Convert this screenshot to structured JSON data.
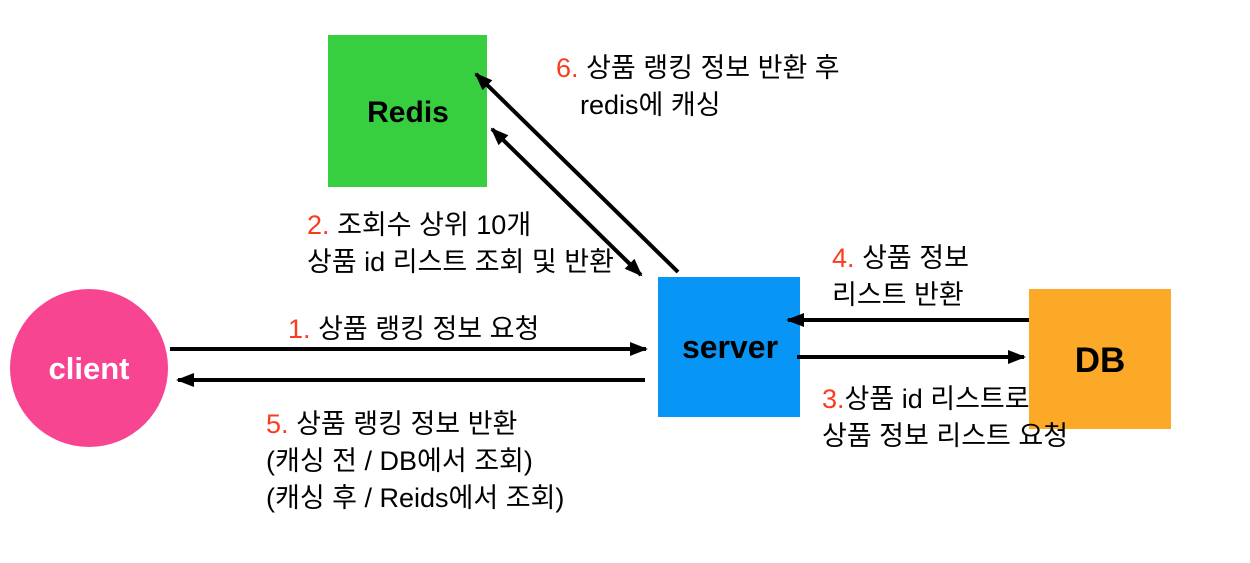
{
  "diagram": {
    "title": "product-ranking-cache-flow",
    "nodes": {
      "redis": {
        "label": "Redis",
        "color": "#37CE3F",
        "shape": "square"
      },
      "server": {
        "label": "server",
        "color": "#0896F6",
        "shape": "square"
      },
      "db": {
        "label": "DB",
        "color": "#FDA928",
        "shape": "square"
      },
      "client": {
        "label": "client",
        "color": "#F74591",
        "shape": "circle"
      }
    },
    "colors": {
      "step_number": "#FB3B1E",
      "label_text": "#000000",
      "node_text_dark": "#000000",
      "node_text_light": "#FFFFFF",
      "arrow": "#000000",
      "background": "#FFFFFF"
    },
    "steps": {
      "step1": {
        "num": "1.",
        "line1": "상품 랭킹 정보 요청"
      },
      "step2": {
        "num": "2.",
        "line1": "조회수 상위 10개",
        "line2": "상품 id 리스트 조회 및 반환"
      },
      "step3": {
        "num": "3.",
        "line1": "상품 id 리스트로",
        "line2": "상품 정보 리스트 요청"
      },
      "step4": {
        "num": "4.",
        "line1": "상품 정보",
        "line2": "리스트 반환"
      },
      "step5": {
        "num": "5.",
        "line1": "상품 랭킹 정보 반환",
        "line2": "(캐싱 전 / DB에서 조회)",
        "line3": "(캐싱 후 / Reids에서 조회)"
      },
      "step6": {
        "num": "6.",
        "line1": "상품 랭킹 정보 반환 후",
        "line2": "redis에 캐싱"
      }
    }
  }
}
